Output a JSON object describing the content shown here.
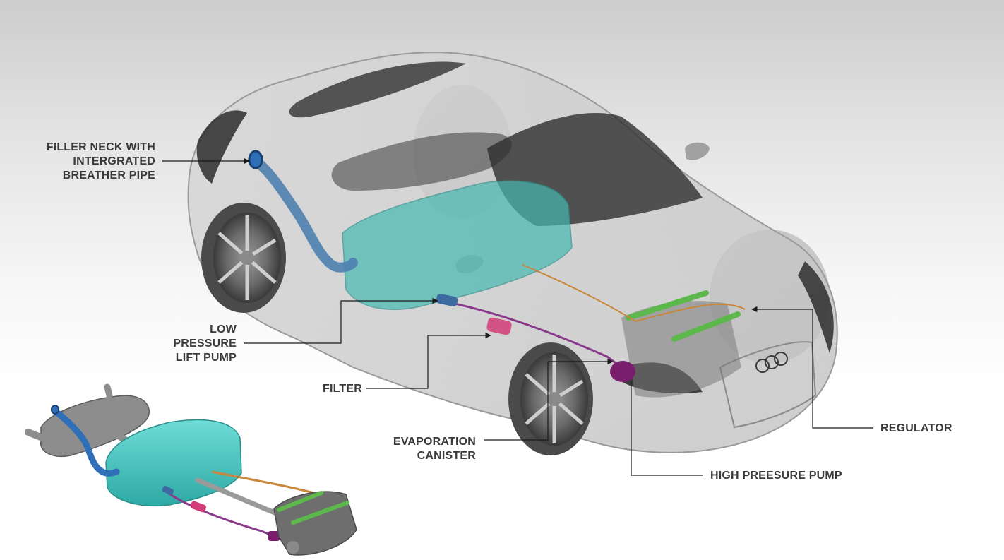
{
  "labels": {
    "filler_neck": [
      "FILLER NECK WITH",
      "INTERGRATED",
      "BREATHER PIPE"
    ],
    "low_pressure_pump": [
      "LOW",
      "PRESSURE",
      "LIFT PUMP"
    ],
    "filter": "FILTER",
    "evaporation_canister": [
      "EVAPORATION",
      "CANISTER"
    ],
    "regulator": "REGULATOR",
    "high_pressure_pump": "HIGH PREESURE PUMP"
  },
  "colors": {
    "fuel_tank": "#4fc9c4",
    "filler_neck": "#2f6fb8",
    "filter": "#d23c78",
    "high_pressure_pump": "#7a1f6e",
    "fuel_rail": "#5cb84a",
    "fuel_line": "#8a3a8a",
    "return_line": "#c8873a",
    "callout_line": "#1a1a1a"
  }
}
